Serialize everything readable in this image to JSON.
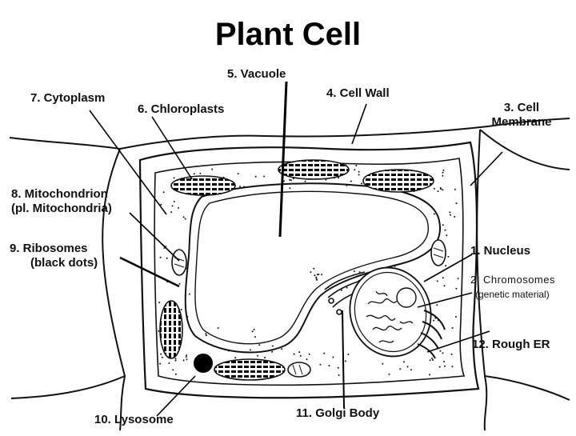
{
  "title": "Plant Cell",
  "labels": {
    "nucleus": "1. Nucleus",
    "chromosomes": "2. Chromosomes",
    "chromosomes_note": "(genetic material)",
    "cell_membrane_1": "3. Cell",
    "cell_membrane_2": "Membrane",
    "cell_wall": "4. Cell Wall",
    "vacuole": "5. Vacuole",
    "chloroplasts": "6. Chloroplasts",
    "cytoplasm": "7. Cytoplasm",
    "mitochondrion_1": "8. Mitochondrion",
    "mitochondrion_2": "(pl. Mitochondria)",
    "ribosomes_1": "9. Ribosomes",
    "ribosomes_2": "(black dots)",
    "lysosome": "10. Lysosome",
    "golgi_body": "11. Golgi Body",
    "rough_er": "12. Rough ER"
  }
}
